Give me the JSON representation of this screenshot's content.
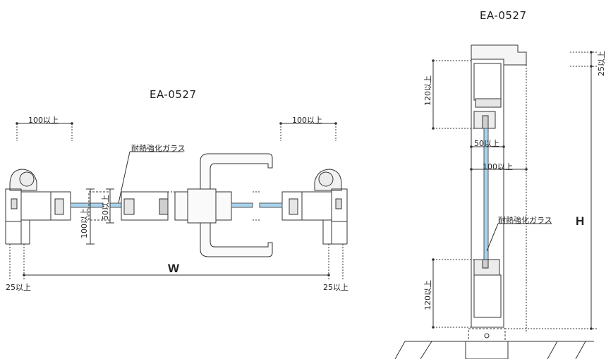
{
  "plan_view": {
    "title": "EA-0527",
    "dim_top_left": "100以上",
    "dim_top_right": "100以上",
    "glass_label": "耐熱強化ガラス",
    "dim_50": "50以上",
    "dim_100": "100以上",
    "dim_bottom_left": "25以上",
    "dim_bottom_right": "25以上",
    "width_symbol": "W"
  },
  "section_view": {
    "title": "EA-0527",
    "dim_25": "25以上",
    "dim_120_top": "120以上",
    "dim_50": "50以上",
    "dim_100": "100以上",
    "glass_label": "耐熱強化ガラス",
    "dim_120_bottom": "120以上",
    "height_symbol": "H"
  },
  "colors": {
    "line": "#333333",
    "glass": "#a8d4ee",
    "frame_gray": "#d9d9d9"
  }
}
